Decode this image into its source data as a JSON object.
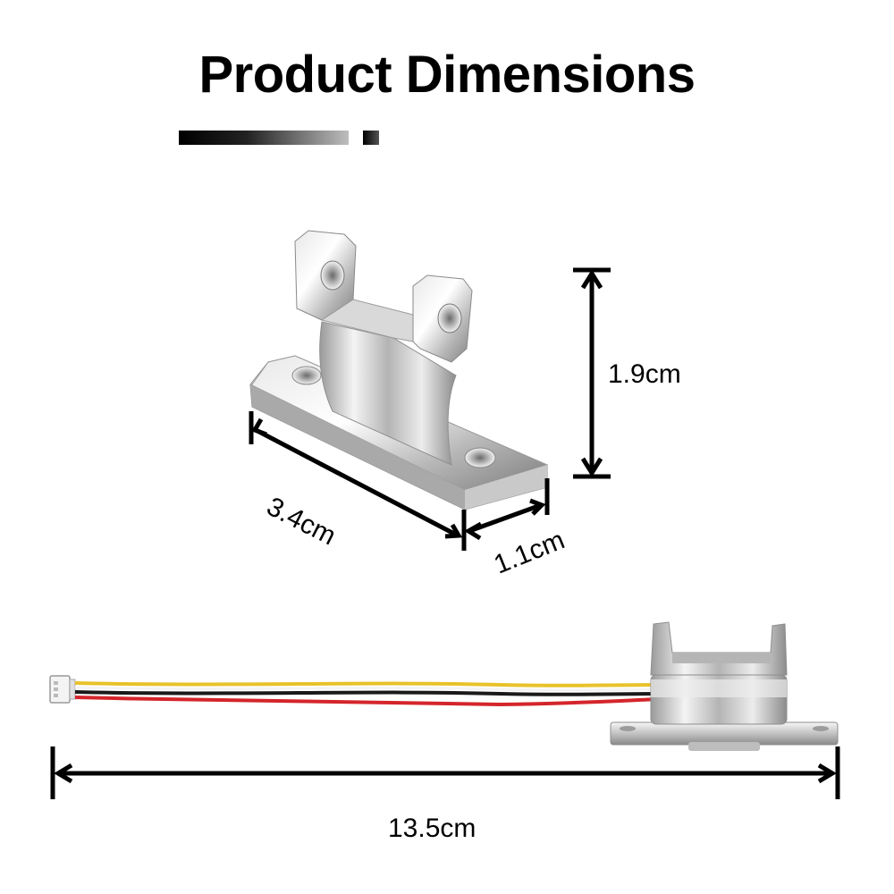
{
  "title": "Product Dimensions",
  "dimensions": {
    "height": "1.9cm",
    "length": "3.4cm",
    "width": "1.1cm",
    "cable_length": "13.5cm"
  },
  "colors": {
    "metal_light": "#f2f2f2",
    "metal_mid": "#c8c8c8",
    "metal_dark": "#8a8a8a",
    "wire_yellow": "#e8c22a",
    "wire_black": "#1a1a1a",
    "wire_red": "#d4252b",
    "connector": "#f0f0f0"
  }
}
